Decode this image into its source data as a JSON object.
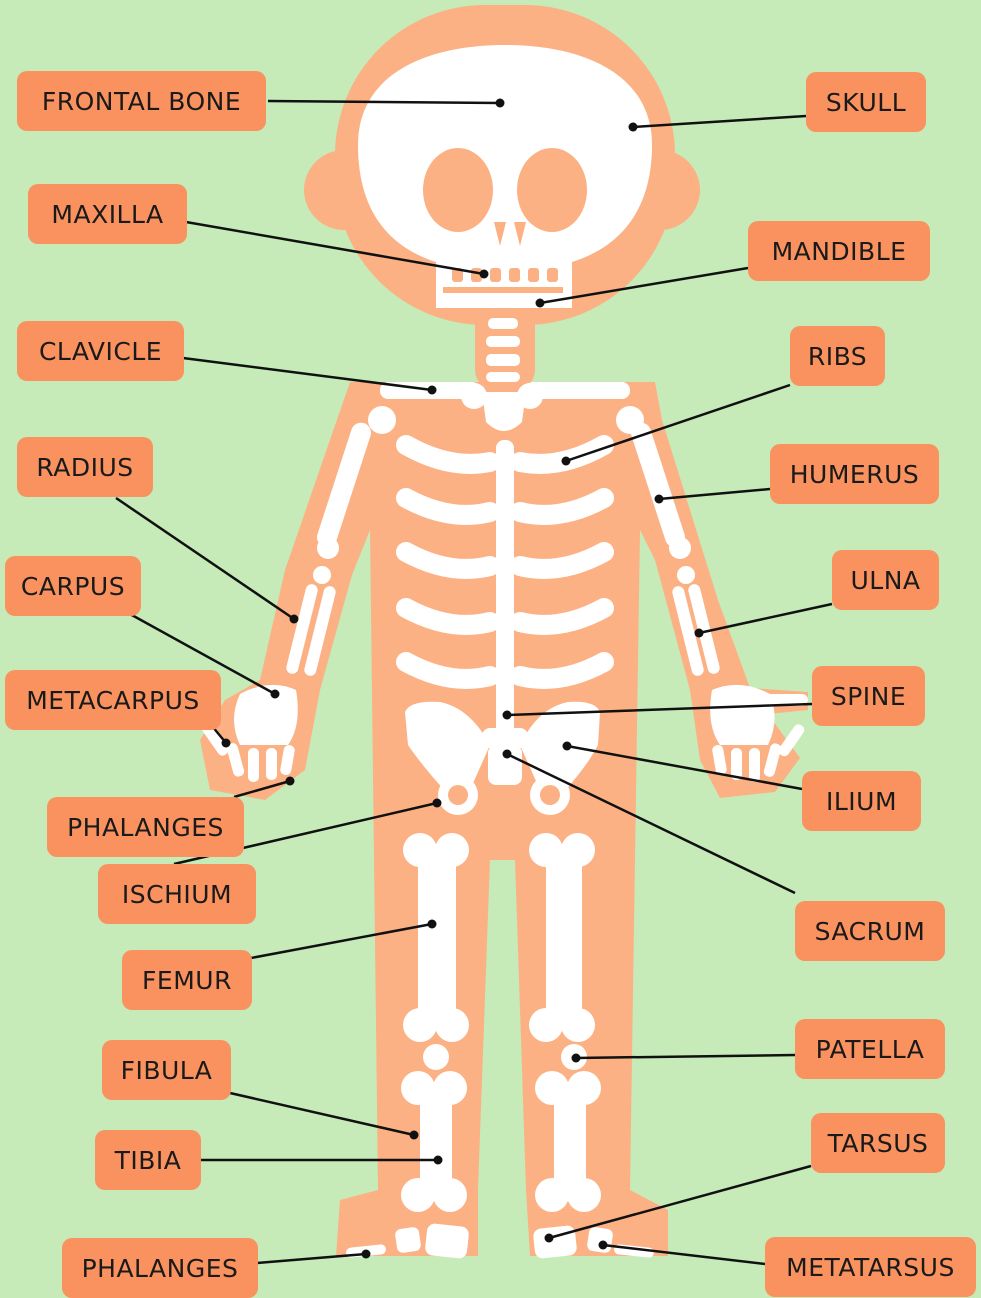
{
  "diagram": {
    "background": "#c6ebb9",
    "body_color": "#fcb184",
    "bone_color": "#ffffff",
    "label_color": "#f9925f",
    "labels": {
      "frontal_bone": "FRONTAL BONE",
      "skull": "SKULL",
      "maxilla": "MAXILLA",
      "mandible": "MANDIBLE",
      "clavicle": "CLAVICLE",
      "ribs": "RIBS",
      "radius": "RADIUS",
      "humerus": "HUMERUS",
      "carpus": "CARPUS",
      "ulna": "ULNA",
      "metacarpus": "METACARPUS",
      "spine": "SPINE",
      "phalanges_hand": "PHALANGES",
      "ilium": "ILIUM",
      "ischium": "ISCHIUM",
      "sacrum": "SACRUM",
      "femur": "FEMUR",
      "patella": "PATELLA",
      "fibula": "FIBULA",
      "tarsus": "TARSUS",
      "tibia": "TIBIA",
      "phalanges_foot": "PHALANGES",
      "metatarsus": "METATARSUS"
    }
  }
}
